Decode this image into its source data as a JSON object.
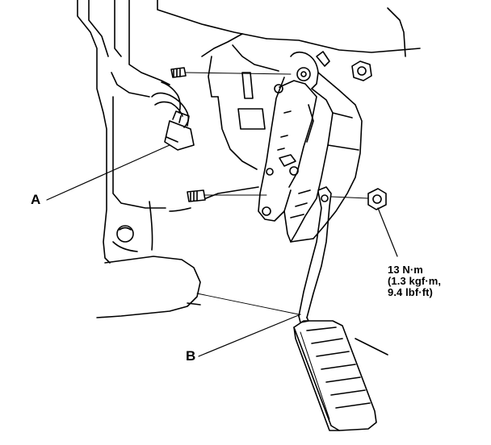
{
  "callouts": {
    "a": "A",
    "b": "B"
  },
  "torque_spec": {
    "line1": "13 N·m",
    "line2": "(1.3 kgf·m,",
    "line3": "9.4 lbf·ft)"
  }
}
